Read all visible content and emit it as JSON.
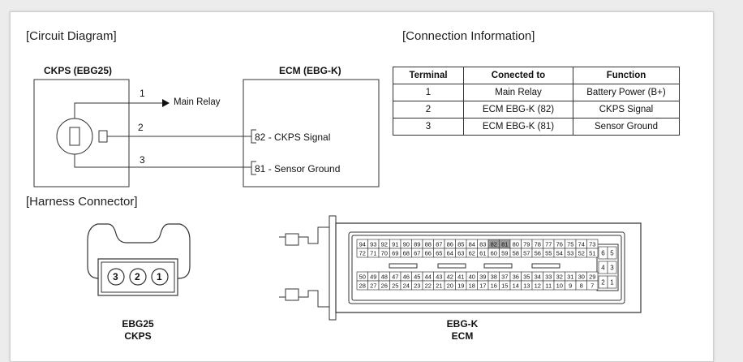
{
  "sections": {
    "circuit": "[Circuit Diagram]",
    "connection": "[Connection Information]",
    "harness": "[Harness Connector]"
  },
  "circuit": {
    "ckps_title": "CKPS (EBG25)",
    "ecm_title": "ECM (EBG-K)",
    "pins": [
      "1",
      "2",
      "3"
    ],
    "main_relay": "Main Relay",
    "ecm_pin_82": "82",
    "ecm_pin_82_label": " - CKPS Signal",
    "ecm_pin_81": "81",
    "ecm_pin_81_label": " - Sensor Ground"
  },
  "table": {
    "headers": [
      "Terminal",
      "Conected to",
      "Function"
    ],
    "rows": [
      [
        "1",
        "Main Relay",
        "Battery Power (B+)"
      ],
      [
        "2",
        "ECM EBG-K (82)",
        "CKPS Signal"
      ],
      [
        "3",
        "ECM EBG-K (81)",
        "Sensor Ground"
      ]
    ]
  },
  "connectors": {
    "ckps": {
      "pins": [
        "3",
        "2",
        "1"
      ],
      "caption1": "EBG25",
      "caption2": "CKPS"
    },
    "ecm": {
      "row1": [
        "94",
        "93",
        "92",
        "91",
        "90",
        "89",
        "88",
        "87",
        "86",
        "85",
        "84",
        "83",
        "82",
        "81",
        "80",
        "79",
        "78",
        "77",
        "76",
        "75",
        "74",
        "73"
      ],
      "row2": [
        "72",
        "71",
        "70",
        "69",
        "68",
        "67",
        "66",
        "65",
        "64",
        "63",
        "62",
        "61",
        "60",
        "59",
        "58",
        "57",
        "56",
        "55",
        "54",
        "53",
        "52",
        "51"
      ],
      "row3": [
        "50",
        "49",
        "48",
        "47",
        "46",
        "45",
        "44",
        "43",
        "42",
        "41",
        "40",
        "39",
        "38",
        "37",
        "36",
        "35",
        "34",
        "33",
        "32",
        "31",
        "30",
        "29"
      ],
      "row4": [
        "28",
        "27",
        "26",
        "25",
        "24",
        "23",
        "22",
        "21",
        "20",
        "19",
        "18",
        "17",
        "16",
        "15",
        "14",
        "13",
        "12",
        "11",
        "10",
        "9",
        "8",
        "7"
      ],
      "side": [
        [
          "6",
          "5"
        ],
        [
          "4",
          "3"
        ],
        [
          "2",
          "1"
        ]
      ],
      "highlighted": [
        "82",
        "81"
      ],
      "caption1": "EBG-K",
      "caption2": "ECM"
    }
  }
}
